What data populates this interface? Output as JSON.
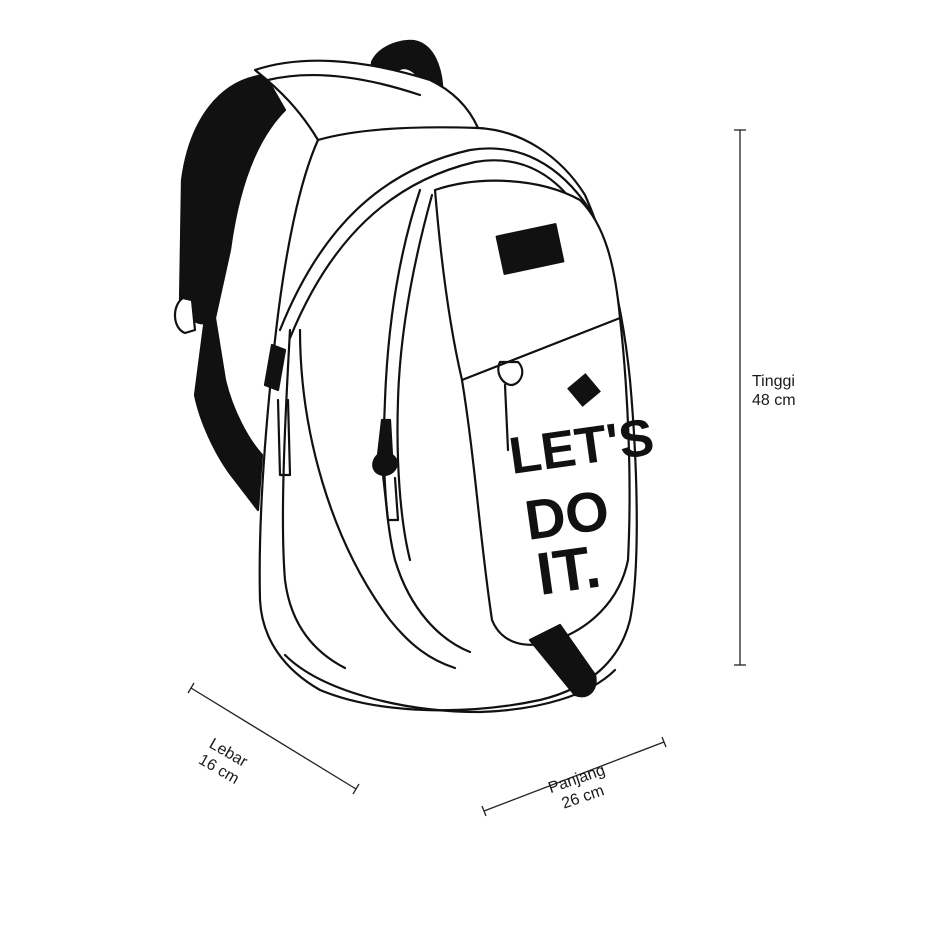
{
  "product": {
    "type": "backpack line drawing",
    "print_text": [
      "LET'S",
      "DO",
      "IT."
    ],
    "colors": {
      "outline": "#111111",
      "fill": "#ffffff",
      "straps": "#111111"
    }
  },
  "dimensions": {
    "height": {
      "label": "Tinggi",
      "value": "48 cm"
    },
    "width": {
      "label": "Lebar",
      "value": "16 cm"
    },
    "length": {
      "label": "Panjang",
      "value": "26 cm"
    }
  }
}
